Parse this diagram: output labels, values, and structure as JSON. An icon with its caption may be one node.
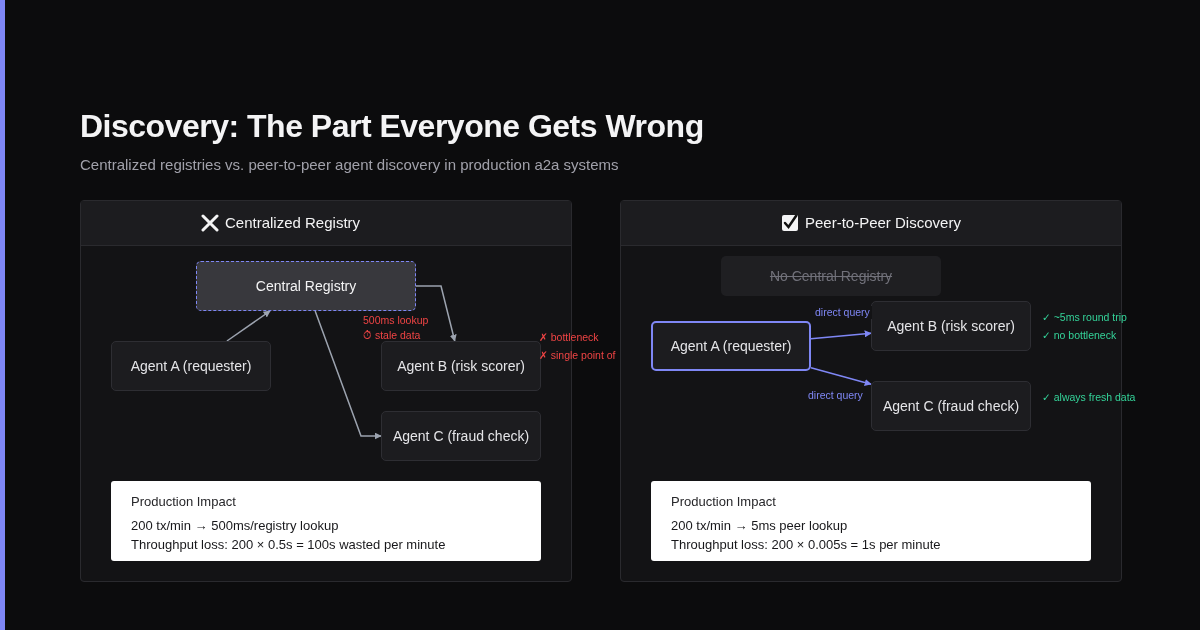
{
  "diagram": {
    "title": "Discovery: The Part Everyone Gets Wrong",
    "caption": "Centralized registries vs. peer-to-peer agent discovery in production a2a systems",
    "nodes": [
      {
        "text": [
          "Centralized Registry"
        ]
      },
      {
        "text": [
          "Central Registry"
        ],
        "in": 0
      },
      {
        "text": [
          "Agent A (requester)"
        ],
        "in": 0
      },
      {
        "text": [
          "Agent B (risk scorer)"
        ],
        "in": 0,
        "beside": [
          "✗ bottleneck",
          "✗ single point of"
        ]
      },
      {
        "text": [
          "Agent C (fraud check)"
        ],
        "in": 0
      },
      {
        "text": [
          "Production Impact",
          "200 tx/min → 500ms/registry lookup",
          "Throughput loss: 200 × 0.5s = 100s wasted per minute"
        ],
        "in": 0
      },
      {
        "text": [
          "Peer-to-Peer Discovery"
        ]
      },
      {
        "text": [
          "No Central Registry"
        ],
        "in": 6
      },
      {
        "text": [
          "Agent A (requester)"
        ],
        "in": 6
      },
      {
        "text": [
          "Agent B (risk scorer)"
        ],
        "in": 6,
        "beside": [
          "✓ ~5ms round trip",
          "✓ no bottleneck"
        ]
      },
      {
        "text": [
          "Agent C (fraud check)"
        ],
        "in": 6,
        "beside": [
          "✓ always fresh data"
        ]
      },
      {
        "text": [
          "Production Impact",
          "200 tx/min → 5ms peer lookup",
          "Throughput loss: 200 × 0.005s = 1s per minute"
        ],
        "in": 6
      }
    ],
    "edges": [
      {
        "from": 2,
        "to": 1,
        "arrow": "to"
      },
      {
        "from": 1,
        "to": 3,
        "arrow": "to"
      },
      {
        "from": 1,
        "to": 4,
        "arrow": "to"
      },
      {
        "from": 8,
        "to": 9,
        "arrow": "to",
        "label": "direct query",
        "color": "#7f87f5"
      },
      {
        "from": 8,
        "to": 10,
        "arrow": "to",
        "label": "direct query",
        "color": "#7f87f5"
      }
    ],
    "labels": [
      "500ms lookup",
      "⏱ stale data"
    ]
  }
}
